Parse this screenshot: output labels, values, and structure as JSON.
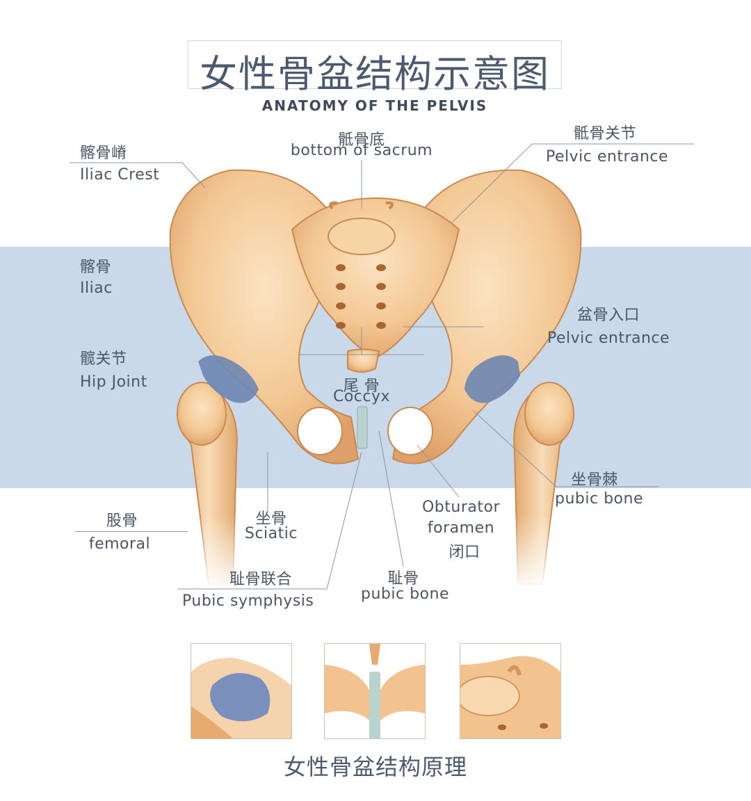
{
  "title": "女性骨盆结构示意图",
  "subtitle": "ANATOMY OF THE PELVIS",
  "labels": {
    "iliac_crest_cn": "髂骨嵴",
    "iliac_crest_en": "Iliac Crest",
    "sacrum_bottom_cn": "骶骨底",
    "sacrum_bottom_en": "bottom of sacrum",
    "sacral_joint_cn": "骶骨关节",
    "sacral_joint_en": "Pelvic entrance",
    "iliac_cn": "髂骨",
    "iliac_en": "Iliac",
    "pelvic_entrance_cn": "盆骨入口",
    "pelvic_entrance_en": "Pelvic entrance",
    "hip_joint_cn": "髋关节",
    "hip_joint_en": "Hip Joint",
    "coccyx_cn": "尾 骨",
    "coccyx_en": "Coccyx",
    "ischial_spine_cn": "坐骨棘",
    "ischial_spine_en": "pubic bone",
    "femoral_cn": "股骨",
    "femoral_en": "femoral",
    "sciatic_cn": "坐骨",
    "sciatic_en": "Sciatic",
    "obturator_en_1": "Obturator",
    "obturator_en_2": "foramen",
    "obturator_cn": "闭口",
    "pubic_symphysis_cn": "耻骨联合",
    "pubic_symphysis_en": "Pubic symphysis",
    "pubic_bone_cn": "耻骨",
    "pubic_bone_en": "pubic bone"
  },
  "caption": "女性骨盆结构原理",
  "colors": {
    "band": "#c9d9ea",
    "bone": "#f3c894",
    "bone_shadow": "#d99a5f",
    "cartilage": "#6e86b3",
    "text": "#4a5666"
  }
}
